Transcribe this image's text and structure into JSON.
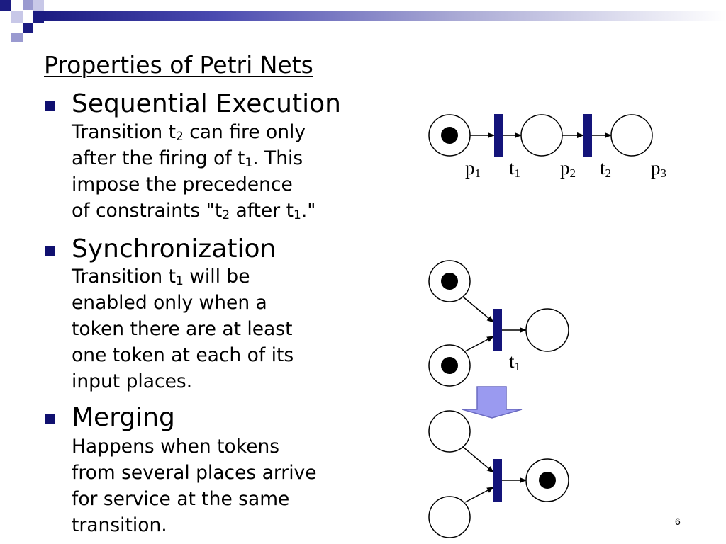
{
  "slide": {
    "title": "Properties of Petri Nets",
    "page_number": "6"
  },
  "bullets": [
    {
      "heading": "Sequential Execution",
      "lines": [
        [
          {
            "t": "Transition t"
          },
          {
            "sub": "2"
          },
          {
            "t": " can fire only"
          }
        ],
        [
          {
            "t": "after the firing of t"
          },
          {
            "sub": "1"
          },
          {
            "t": ". This"
          }
        ],
        [
          {
            "t": "impose the precedence"
          }
        ],
        [
          {
            "t": "of constraints \"t"
          },
          {
            "sub": "2"
          },
          {
            "t": " after t"
          },
          {
            "sub": "1"
          },
          {
            "t": ".\""
          }
        ]
      ]
    },
    {
      "heading": "Synchronization",
      "lines": [
        [
          {
            "t": "Transition t"
          },
          {
            "sub": "1"
          },
          {
            "t": " will be"
          }
        ],
        [
          {
            "t": "enabled only when a"
          }
        ],
        [
          {
            "t": "token there are at least"
          }
        ],
        [
          {
            "t": "one token at each of its"
          }
        ],
        [
          {
            "t": "input places."
          }
        ]
      ]
    },
    {
      "heading": "Merging",
      "lines": [
        [
          {
            "t": "Happens when tokens"
          }
        ],
        [
          {
            "t": "from several places arrive"
          }
        ],
        [
          {
            "t": "for service at the same"
          }
        ],
        [
          {
            "t": "transition."
          }
        ]
      ]
    }
  ],
  "diagram_labels": {
    "p1": {
      "base": "p",
      "sub": "1"
    },
    "t1": {
      "base": "t",
      "sub": "1"
    },
    "p2": {
      "base": "p",
      "sub": "2"
    },
    "t2": {
      "base": "t",
      "sub": "2"
    },
    "p3": {
      "base": "p",
      "sub": "3"
    },
    "sync_t1": {
      "base": "t",
      "sub": "1"
    }
  },
  "colors": {
    "bar": "#1c1c82",
    "bullet": "#101070",
    "transition": "#14147a",
    "arrow_fill": "#9a9af0",
    "arrow_stroke": "#6a6ac0"
  }
}
